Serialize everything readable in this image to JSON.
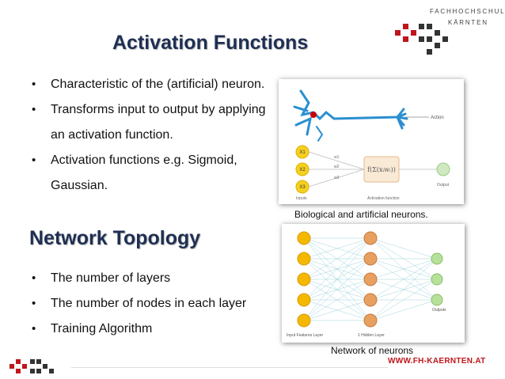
{
  "slide": {
    "title": "Activation Functions",
    "bullets1": [
      "Characteristic of the (artificial) neuron.",
      "Transforms input to output by applying an activation function.",
      "Activation functions e.g. Sigmoid, Gaussian."
    ],
    "section_title": "Network Topology",
    "bullets2": [
      "The number of layers",
      "The number of nodes in each layer",
      "Training Algorithm"
    ]
  },
  "logo": {
    "line1": "FACHHOCHSCHULE",
    "line2": "KÄRNTEN"
  },
  "figure1": {
    "caption": "Biological and artificial neurons.",
    "action_label": "Action",
    "inputs": [
      "X1",
      "X2",
      "X3"
    ],
    "weights": [
      "w1",
      "w2",
      "w3"
    ],
    "inputs_label": "Inputs",
    "function_label": "Activation function",
    "output_label": "Output",
    "formula": "f(Σ(xᵢwᵢ))"
  },
  "figure2": {
    "caption": "Network of neurons",
    "input_layer_label": "Input Features Layer",
    "hidden_layer_label": "1 Hidden Layer",
    "output_layer_label": "Outputs"
  },
  "footer": {
    "url": "WWW.FH-KAERNTEN.AT"
  },
  "colors": {
    "title": "#1f2f53",
    "accent_red": "#c0161b",
    "neuron_yellow": "#f5b800",
    "hidden_orange": "#e8a060",
    "output_green": "#b7e19a"
  }
}
